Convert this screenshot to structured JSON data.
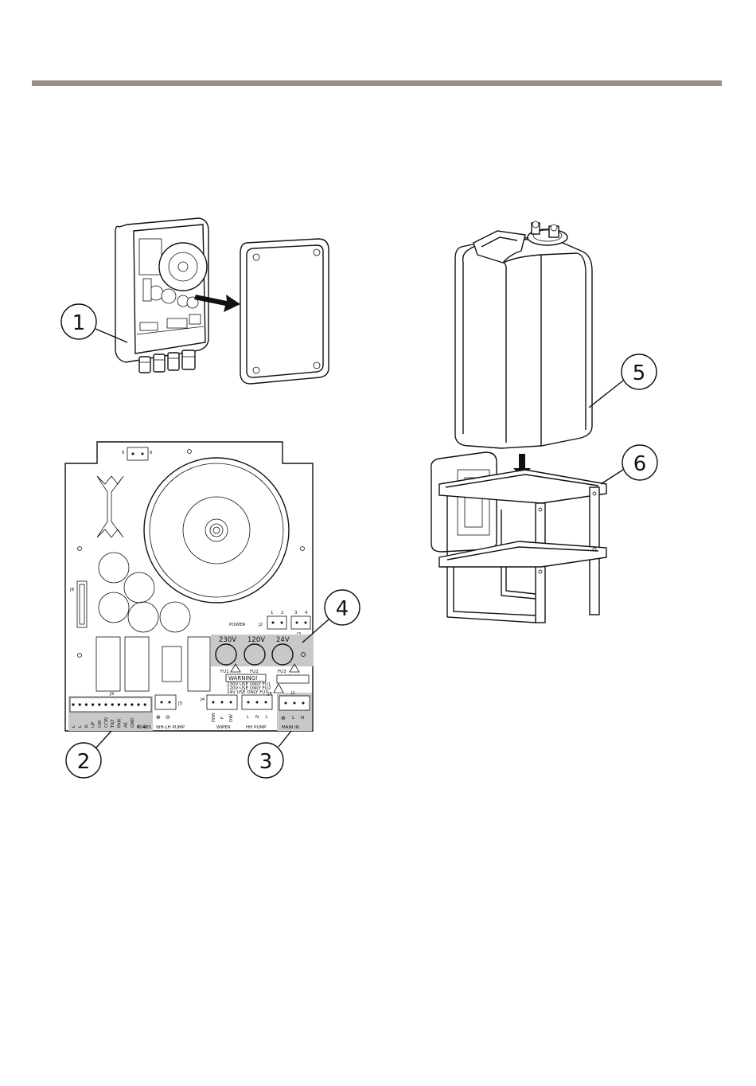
{
  "header": {
    "rule_color": "#9c8e80"
  },
  "callouts": [
    {
      "id": "c1",
      "number": "1"
    },
    {
      "id": "c2",
      "number": "2"
    },
    {
      "id": "c3",
      "number": "3"
    },
    {
      "id": "c4",
      "number": "4"
    },
    {
      "id": "c5",
      "number": "5"
    },
    {
      "id": "c6",
      "number": "6"
    }
  ],
  "board": {
    "power_label": "POWER",
    "fuse_voltages": [
      "230V",
      "120V",
      "24V"
    ],
    "fuse_labels": [
      "FU1",
      "FU2",
      "FU3"
    ],
    "warning_title": "WARNING!",
    "warning_lines": [
      "230V USE ONLY FU1",
      "120V USE ONLY FU2",
      "24V USE ONLY FU3"
    ],
    "connector_labels": {
      "wh_lh_pump": "WH-LH PUMP",
      "wiper": "WIPER",
      "hh_pump": "HH PUMP",
      "main_in": "MAIN IN"
    },
    "pump_terminal_signs": [
      "⊕",
      "⊖"
    ],
    "wiper_pins": [
      "FEW",
      "F",
      "OW"
    ],
    "hh_pump_pins": [
      "L",
      "N",
      "⏚"
    ],
    "main_in_pins": [
      "⊕",
      "L",
      "N"
    ],
    "terminal_labels": [
      "L",
      "L",
      "R",
      "UP",
      "CW",
      "CCW",
      "TILT",
      "PAN",
      "AE",
      "GND",
      "A",
      "B"
    ],
    "terminal_extra_label": "RS485",
    "j_labels": [
      "J1",
      "J2",
      "J3",
      "J4",
      "J5",
      "J6",
      "J7",
      "J8",
      "J9"
    ],
    "pin_numbers": [
      "1",
      "2",
      "3",
      "4",
      "5",
      "6"
    ]
  }
}
